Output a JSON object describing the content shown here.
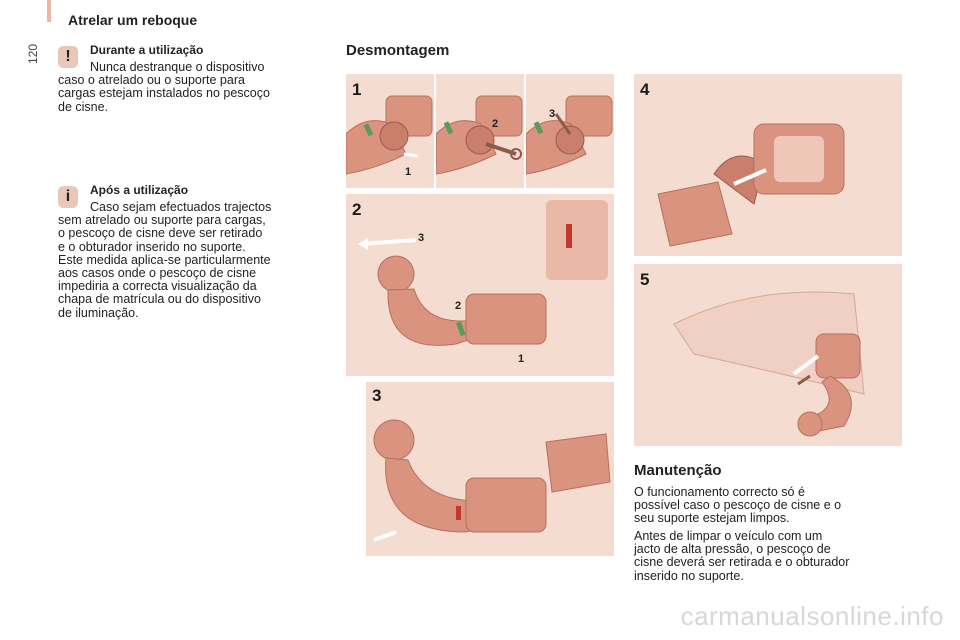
{
  "header": {
    "chapter_title": "Atrelar um reboque",
    "page_number": "120"
  },
  "notices": [
    {
      "icon": "warning-icon",
      "icon_glyph": "!",
      "heading": "Durante a utilização",
      "body": "Nunca destranque o dispositivo\ncaso o atrelado ou o suporte para\ncargas estejam instalados no pescoço\nde cisne."
    },
    {
      "icon": "info-icon",
      "icon_glyph": "i",
      "heading": "Após a utilização",
      "body": "Caso sejam efectuados trajectos\nsem atrelado ou suporte para cargas,\no pescoço de cisne deve ser retirado\ne o obturador inserido no suporte.\nEste medida aplica-se particularmente\naos casos onde o pescoço de cisne\nimpediria a correcta visualização da\nchapa de matrícula ou do dispositivo\nde iluminação."
    }
  ],
  "desmontagem": {
    "title": "Desmontagem"
  },
  "figures": {
    "step1": {
      "label": "1",
      "callouts": [
        "1",
        "2",
        "3"
      ]
    },
    "step2": {
      "label": "2",
      "callouts": [
        "3",
        "2",
        "1"
      ]
    },
    "step3": {
      "label": "3"
    },
    "step4": {
      "label": "4"
    },
    "step5": {
      "label": "5"
    }
  },
  "manutencao": {
    "title": "Manutenção",
    "para1": "O funcionamento correcto só é\npossível caso o pescoço de cisne e o\nseu suporte estejam limpos.",
    "para2": "Antes de limpar o veículo com um\njacto de alta pressão, o pescoço de\ncisne deverá ser retirada e o obturador\ninserido no suporte."
  },
  "watermark": "carmanualsonline.info",
  "colors": {
    "panel_bg": "#f5dcd1",
    "part_fill": "#d9937f",
    "part_dark": "#b8705c",
    "accent_red": "#c0392b",
    "green_mark": "#5a9a5a"
  }
}
